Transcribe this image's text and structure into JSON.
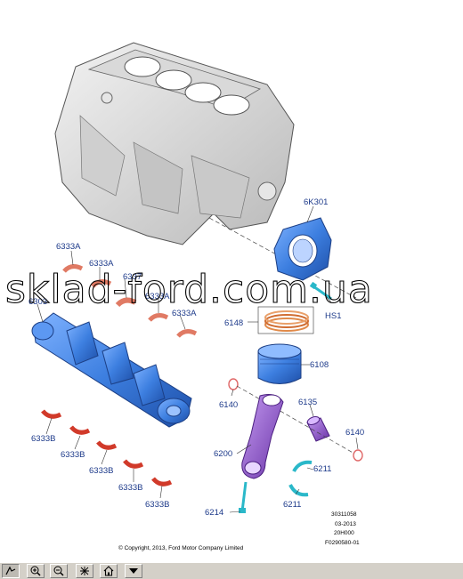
{
  "callouts": {
    "k6K301": "6K301",
    "hs1": "HS1",
    "p6148": "6148",
    "p6108": "6108",
    "p6140a": "6140",
    "p6135": "6135",
    "p6140b": "6140",
    "p6200": "6200",
    "p6211a": "6211",
    "p6211b": "6211",
    "p6214": "6214",
    "p6333A_1": "6333A",
    "p6333A_2": "6333A",
    "p6337": "6337",
    "p6333A_3": "6333A",
    "p6333A_4": "6333A",
    "p6303": "6303",
    "p6333B_1": "6333B",
    "p6333B_2": "6333B",
    "p6333B_3": "6333B",
    "p6333B_4": "6333B",
    "p6333B_5": "6333B"
  },
  "meta": {
    "line1": "30311058",
    "line2": "03-2013",
    "line3": "20H000",
    "line4": "F0290580-01"
  },
  "copyright": "© Copyright, 2013, Ford Motor Company Limited",
  "watermark": "sklad-ford.com.ua",
  "colors": {
    "part_blue": "#3d7fe0",
    "part_purple": "#8a4fc4",
    "bearing_salmon": "#e07a64",
    "callout_text": "#1d3a8a"
  },
  "toolbar": [
    {
      "name": "select-tool-icon"
    },
    {
      "name": "zoom-in-icon"
    },
    {
      "name": "zoom-out-icon"
    },
    {
      "name": "fit-view-icon"
    },
    {
      "name": "home-icon"
    },
    {
      "name": "dropdown-arrow-icon"
    }
  ]
}
